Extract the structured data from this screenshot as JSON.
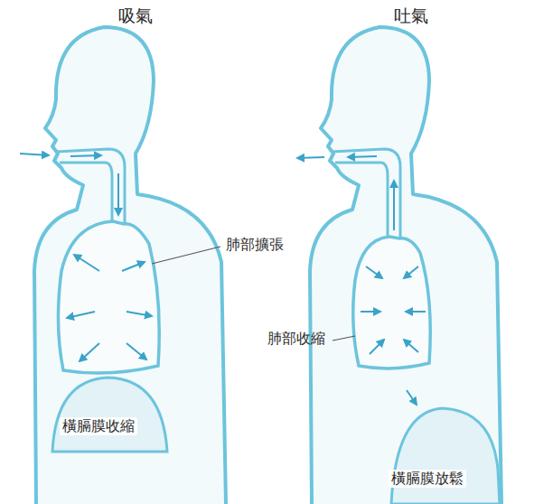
{
  "diagram": {
    "labels": [
      "吸氣",
      "吐氣",
      "肺部擴張",
      "橫膈膜收縮",
      "肺部收縮",
      "橫膈膜放鬆"
    ]
  }
}
